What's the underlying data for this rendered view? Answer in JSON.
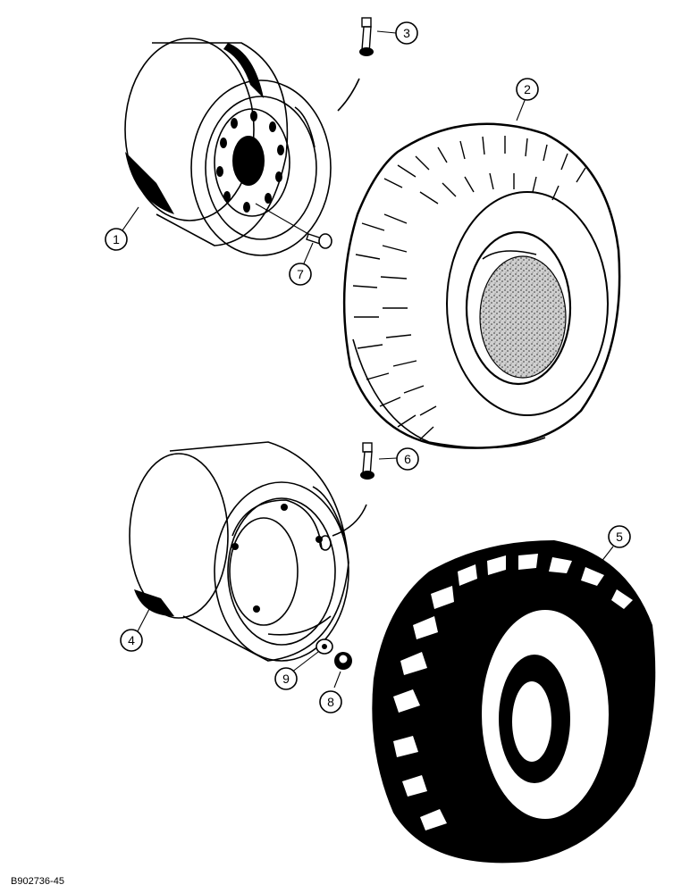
{
  "figure_id": "B902736-45",
  "callouts": [
    {
      "id": "c1",
      "label": "1"
    },
    {
      "id": "c2",
      "label": "2"
    },
    {
      "id": "c3",
      "label": "3"
    },
    {
      "id": "c4",
      "label": "4"
    },
    {
      "id": "c5",
      "label": "5"
    },
    {
      "id": "c6",
      "label": "6"
    },
    {
      "id": "c7",
      "label": "7"
    },
    {
      "id": "c8",
      "label": "8"
    },
    {
      "id": "c9",
      "label": "9"
    }
  ]
}
